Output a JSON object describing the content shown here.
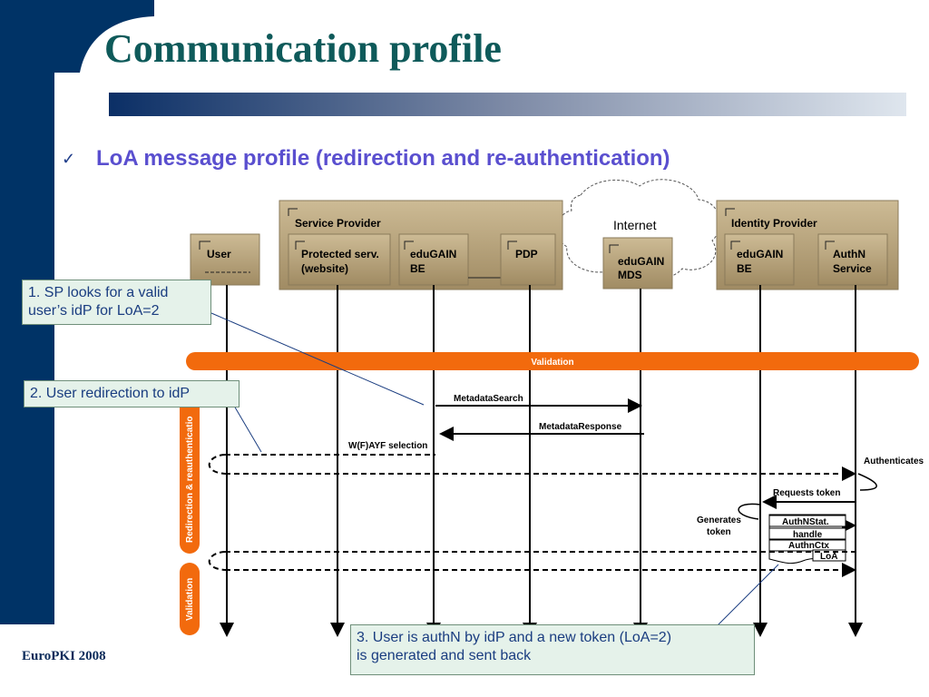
{
  "slide": {
    "title": "Communication profile",
    "bullet": "LoA message profile (redirection and re-authentication)",
    "footer": "EuroPKI 2008"
  },
  "diagram": {
    "groups": {
      "service_provider": "Service Provider",
      "identity_provider": "Identity Provider",
      "internet": "Internet"
    },
    "boxes": {
      "user": "User",
      "protected_line1": "Protected serv.",
      "protected_line2": "(website)",
      "sp_edugain_line1": "eduGAIN",
      "sp_edugain_line2": "BE",
      "pdp": "PDP",
      "mds_line1": "eduGAIN",
      "mds_line2": "MDS",
      "idp_edugain_line1": "eduGAIN",
      "idp_edugain_line2": "BE",
      "authn_line1": "AuthN",
      "authn_line2": "Service"
    },
    "phases": {
      "validation_bar": "Validation",
      "redirection": "Redirection & reauthenticatio",
      "validation_side": "Validation"
    },
    "messages": {
      "metadata_search": "MetadataSearch",
      "metadata_response": "MetadataResponse",
      "wayf": "W(F)AYF selection",
      "authenticates": "Authenticates",
      "requests_token": "Requests token",
      "generates_token_line1": "Generates",
      "generates_token_line2": "token"
    },
    "token_fields": [
      "AuthNStat.",
      "handle",
      "AuthnCtx",
      "LoA"
    ]
  },
  "callouts": {
    "c1_line1": "1. SP looks for a valid",
    "c1_line2": "user’s idP for LoA=2",
    "c2": "2. User redirection to idP",
    "c3_line1": "3. User is authN by idP and a new token (LoA=2)",
    "c3_line2": "is generated and sent back"
  },
  "colors": {
    "sidebar": "#003366",
    "title": "#0e5a5a",
    "bullet": "#5a4fcf",
    "phase_orange": "#f26a0d",
    "box_fill": "#b5a27e",
    "callout_bg": "#e5f2ea",
    "callout_text": "#1a3d80"
  }
}
